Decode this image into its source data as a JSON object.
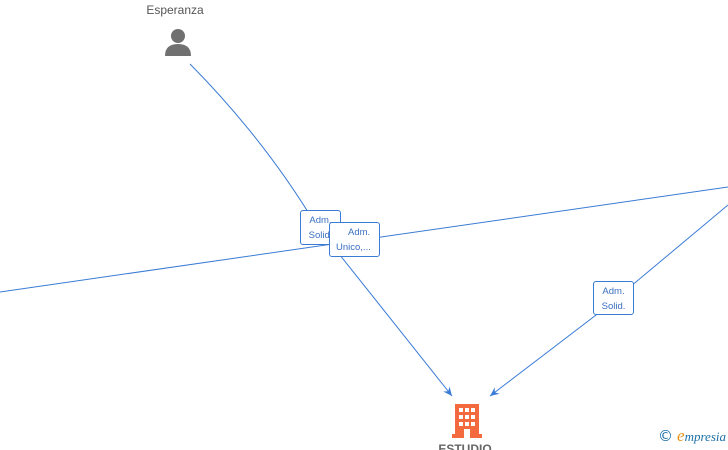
{
  "nodes": {
    "person": {
      "name": "Esperanza"
    },
    "company": {
      "name": "ESTUDIO"
    }
  },
  "edges": [
    {
      "label_line1": "Adm.",
      "label_line2": "Solid."
    },
    {
      "label_line1": "Adm.",
      "label_line2": "Unico,..."
    },
    {
      "label_line1": "Adm.",
      "label_line2": "Solid."
    }
  ],
  "colors": {
    "edge": "#3a7bd5",
    "person_icon": "#707070",
    "company_icon": "#f26a3d"
  },
  "icons": {
    "person": "person-icon",
    "company": "building-icon"
  },
  "brand": {
    "copyright": "©",
    "initial": "e",
    "rest": "mpresia"
  }
}
